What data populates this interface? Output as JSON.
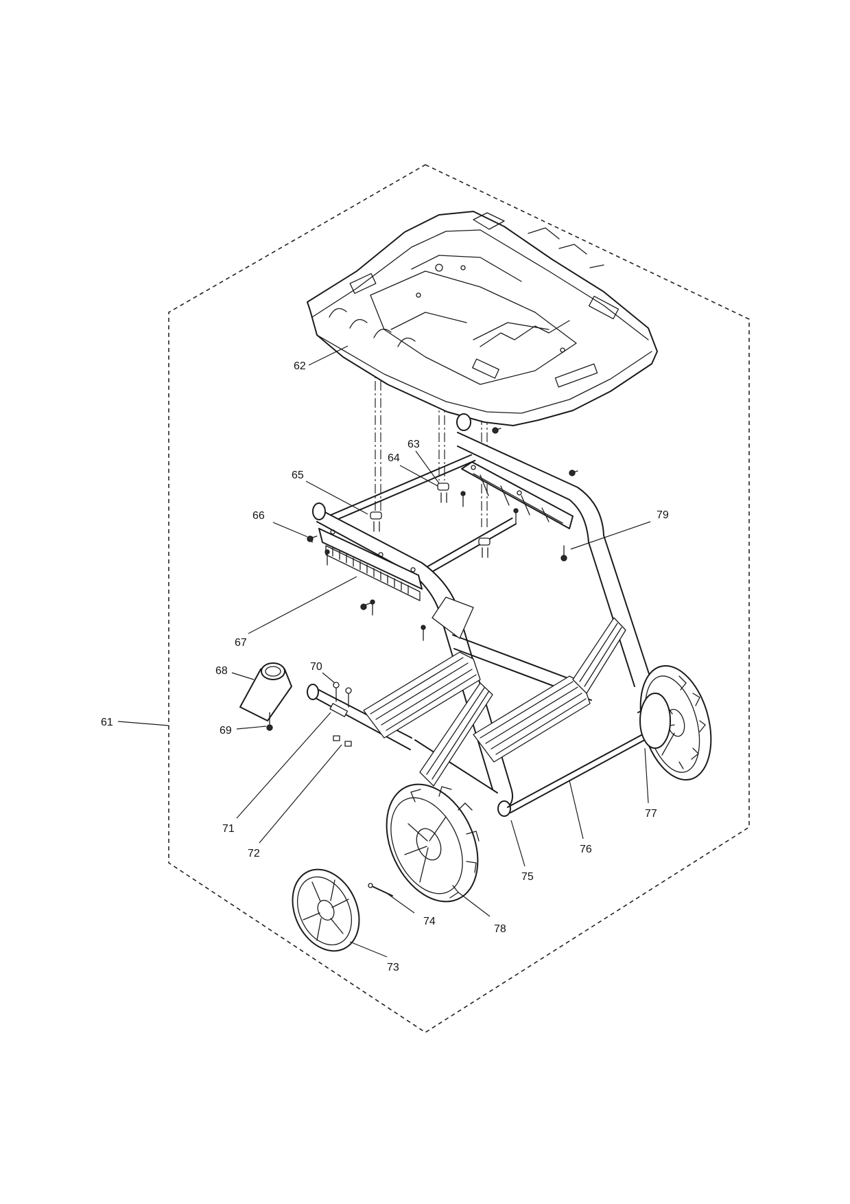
{
  "callouts": [
    {
      "id": "c61",
      "label": "61"
    },
    {
      "id": "c62",
      "label": "62"
    },
    {
      "id": "c63",
      "label": "63"
    },
    {
      "id": "c64",
      "label": "64"
    },
    {
      "id": "c65",
      "label": "65"
    },
    {
      "id": "c66",
      "label": "66"
    },
    {
      "id": "c67",
      "label": "67"
    },
    {
      "id": "c68",
      "label": "68"
    },
    {
      "id": "c69",
      "label": "69"
    },
    {
      "id": "c70",
      "label": "70"
    },
    {
      "id": "c71",
      "label": "71"
    },
    {
      "id": "c72",
      "label": "72"
    },
    {
      "id": "c73",
      "label": "73"
    },
    {
      "id": "c74",
      "label": "74"
    },
    {
      "id": "c75",
      "label": "75"
    },
    {
      "id": "c76",
      "label": "76"
    },
    {
      "id": "c77",
      "label": "77"
    },
    {
      "id": "c78",
      "label": "78"
    },
    {
      "id": "c79",
      "label": "79"
    }
  ]
}
